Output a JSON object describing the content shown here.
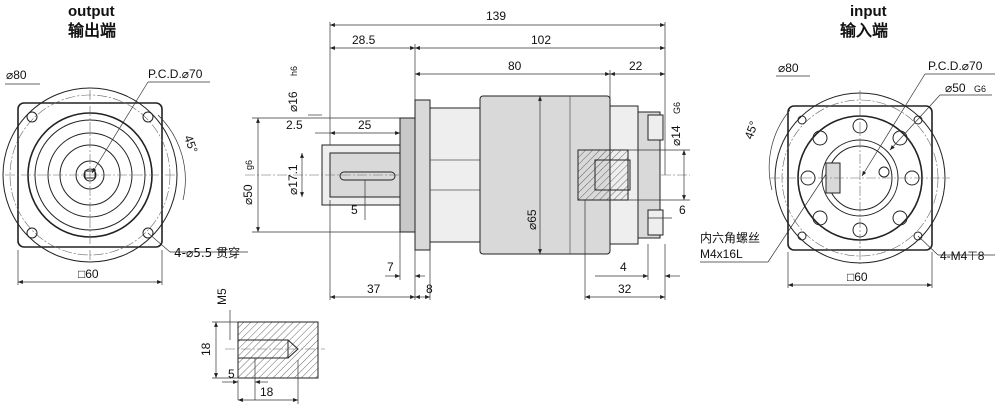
{
  "output": {
    "title": "output",
    "title_cn": "输出端",
    "dia_outer": "⌀80",
    "pcd": "P.C.D.⌀70",
    "angle": "45°",
    "holes": "4-⌀5.5 贯穿",
    "square": "□60"
  },
  "input": {
    "title": "input",
    "title_cn": "输入端",
    "dia_outer": "⌀80",
    "pcd": "P.C.D.⌀70",
    "pilot": "⌀50",
    "pilot_tol": "G6",
    "angle": "45°",
    "holes": "4-M4⊤8",
    "square": "□60"
  },
  "side": {
    "total": "139",
    "d28": "28.5",
    "d102": "102",
    "d80": "80",
    "d22": "22",
    "d25": "25",
    "d2_5": "2.5",
    "d5": "5",
    "d7": "7",
    "d37": "37",
    "d8": "8",
    "d4": "4",
    "d32": "32",
    "d6": "6",
    "dia16": "⌀16",
    "dia16_tol": "h6",
    "dia50": "⌀50",
    "dia50_tol": "g6",
    "dia17": "⌀17.1",
    "dia65": "⌀65",
    "dia14": "⌀14",
    "dia14_tol": "G6",
    "screw_cn": "内六角螺丝",
    "screw": "M4x16L"
  },
  "detail": {
    "thread": "M5",
    "d18v": "18",
    "d5": "5",
    "d18h": "18"
  }
}
